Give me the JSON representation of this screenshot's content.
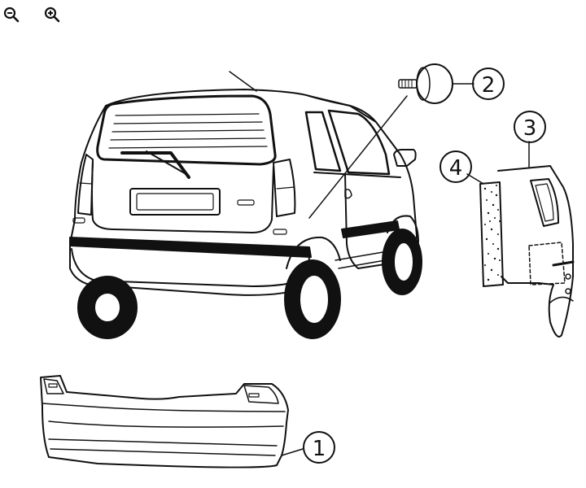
{
  "toolbar": {
    "zoom_out_icon": "zoom-out-icon",
    "zoom_in_icon": "zoom-in-icon"
  },
  "callouts": {
    "c1": "1",
    "c2": "2",
    "c3": "3",
    "c4": "4"
  },
  "colors": {
    "line": "#111111",
    "background": "#ffffff"
  }
}
